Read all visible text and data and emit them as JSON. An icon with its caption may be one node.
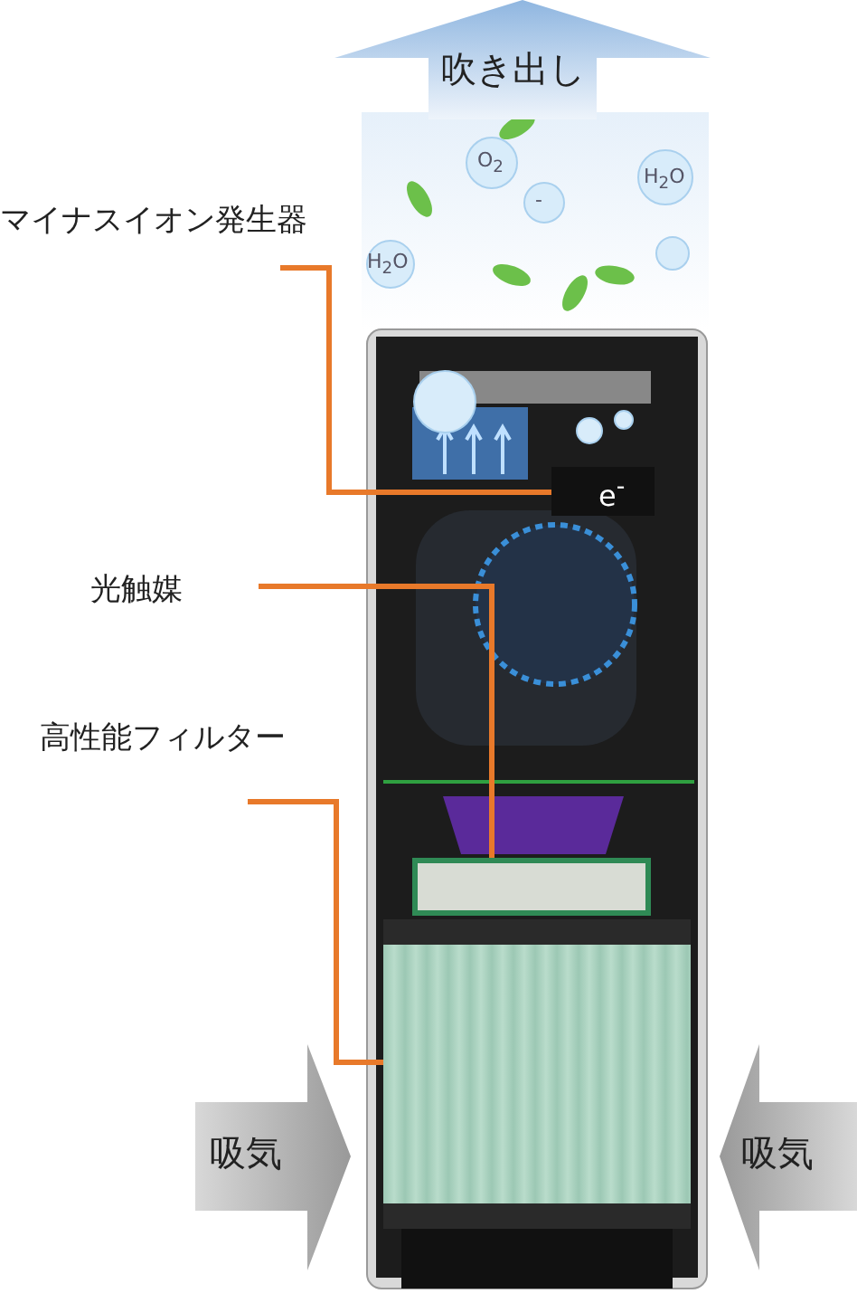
{
  "diagram": {
    "nodes": [
      {
        "text": [
          "吹き出し"
        ]
      },
      {
        "text": [
          "吸気"
        ]
      },
      {
        "text": [
          "吸気"
        ]
      },
      {
        "text": [
          "マイナスイオン発生器"
        ]
      },
      {
        "text": [
          "光触媒"
        ]
      },
      {
        "text": [
          "高性能フィルター"
        ]
      },
      {
        "text": [
          "e$^{-}$"
        ]
      },
      {
        "text": [],
        "shape": "box"
      },
      {
        "text": [],
        "shape": "box"
      }
    ],
    "edges": [
      {
        "from": 3,
        "to": 6,
        "arrow": "none"
      },
      {
        "from": 4,
        "to": 7,
        "arrow": "none"
      },
      {
        "from": 5,
        "to": 8,
        "arrow": "none"
      }
    ],
    "labels": [
      "O$_{2}$",
      "H$_{2}$O",
      "-",
      "H$_{2}$O"
    ]
  }
}
